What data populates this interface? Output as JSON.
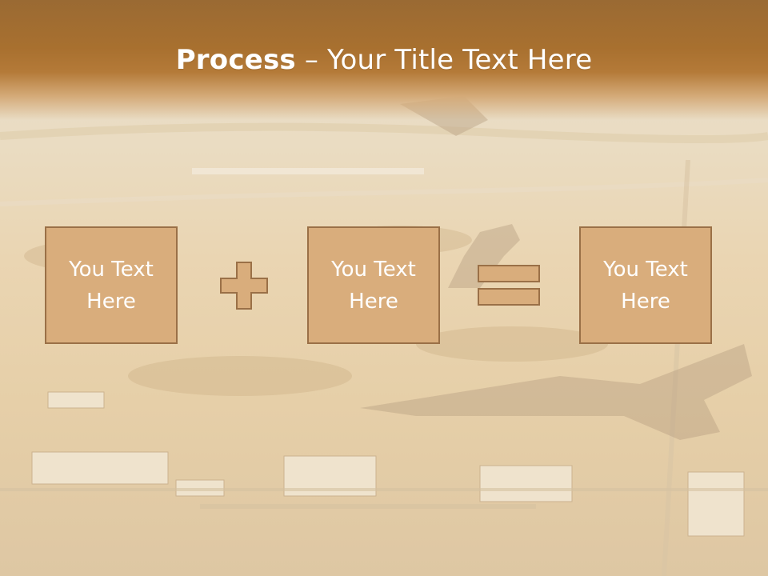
{
  "slide": {
    "title_bold": "Process",
    "title_rest": " – Your Title Text Here",
    "boxes": [
      {
        "text": "You Text\nHere"
      },
      {
        "text": "You Text\nHere"
      },
      {
        "text": "You Text\nHere"
      }
    ],
    "operators": [
      "plus-icon",
      "equals-icon"
    ],
    "colors": {
      "header": "#a8702f",
      "box_fill": "#d9ad7c",
      "box_border": "#9a7047",
      "text": "#ffffff"
    }
  }
}
